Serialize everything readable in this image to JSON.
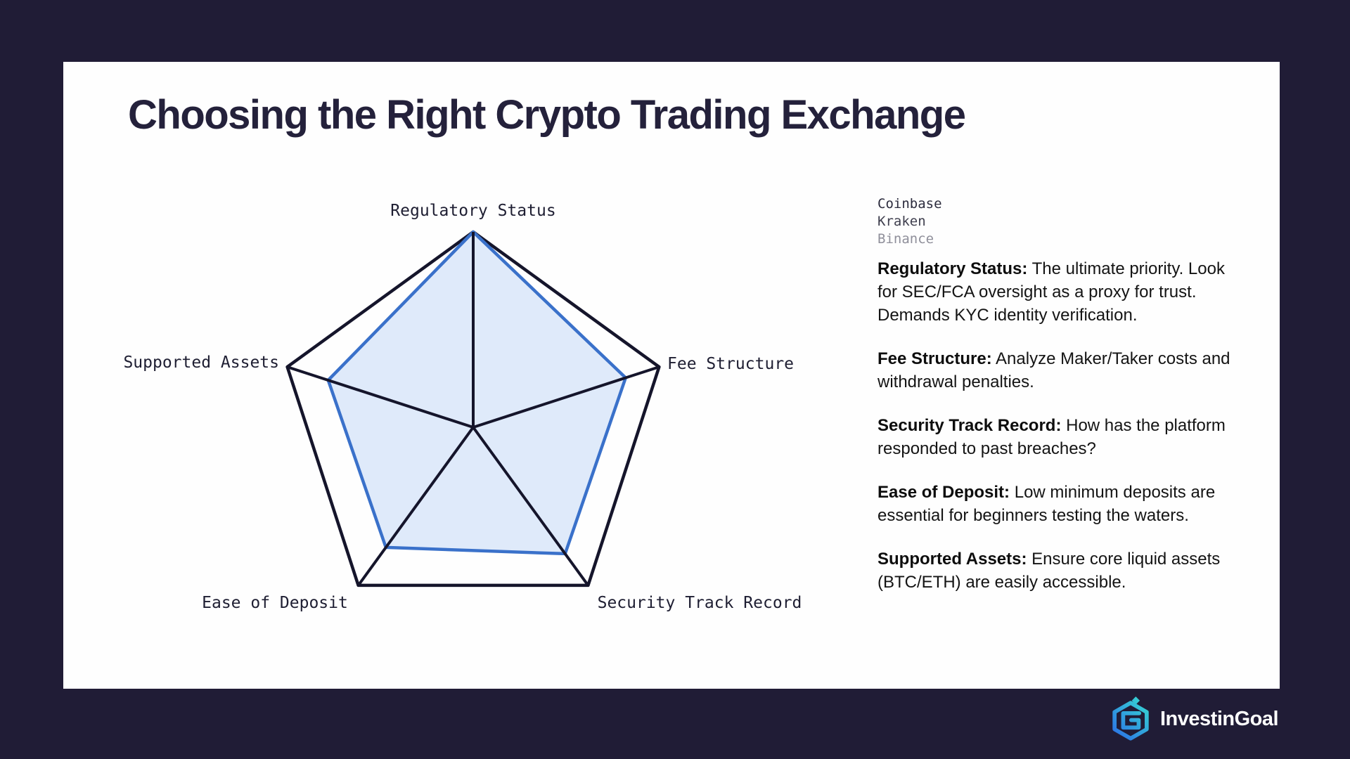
{
  "title": "Choosing the Right Crypto Trading Exchange",
  "chart_data": {
    "type": "radar",
    "categories": [
      "Regulatory Status",
      "Fee Structure",
      "Security Track Record",
      "Ease of Deposit",
      "Supported Assets"
    ],
    "max": 1,
    "axis_range": [
      0,
      1
    ],
    "grid": "single outer pentagon ring with spokes, no inner rings",
    "legend_position": "top-right",
    "axis_color": "#15152b",
    "series": [
      {
        "name": "Coinbase",
        "values": [
          1.0,
          0.82,
          0.8,
          0.76,
          0.78
        ],
        "stroke": "#3a71ca",
        "fill": "#dbe7f9"
      }
    ],
    "legend": [
      {
        "label": "Coinbase",
        "color": "#2b2b3d"
      },
      {
        "label": "Kraken",
        "color": "#3f3f4e"
      },
      {
        "label": "Binance",
        "color": "#8f8f9a"
      }
    ]
  },
  "descriptions": [
    {
      "term": "Regulatory Status:",
      "text": " The ultimate priority. Look for SEC/FCA oversight as a proxy for trust. Demands KYC identity verification."
    },
    {
      "term": "Fee Structure:",
      "text": " Analyze Maker/Taker costs and withdrawal penalties."
    },
    {
      "term": "Security Track Record:",
      "text": " How has the platform responded to past breaches?"
    },
    {
      "term": "Ease of Deposit:",
      "text": " Low minimum deposits are essential for beginners testing the waters."
    },
    {
      "term": "Supported Assets:",
      "text": " Ensure core liquid assets (BTC/ETH) are easily accessible."
    }
  ],
  "brand": {
    "name": "InvestinGoal",
    "logo_icon": "hexagon-g-logo",
    "gradient_start": "#2a62e9",
    "gradient_end": "#38e6cf"
  },
  "colors": {
    "page_background": "#201c36",
    "card_background": "#fefefe",
    "title_text": "#24213b",
    "body_text": "#141414"
  }
}
